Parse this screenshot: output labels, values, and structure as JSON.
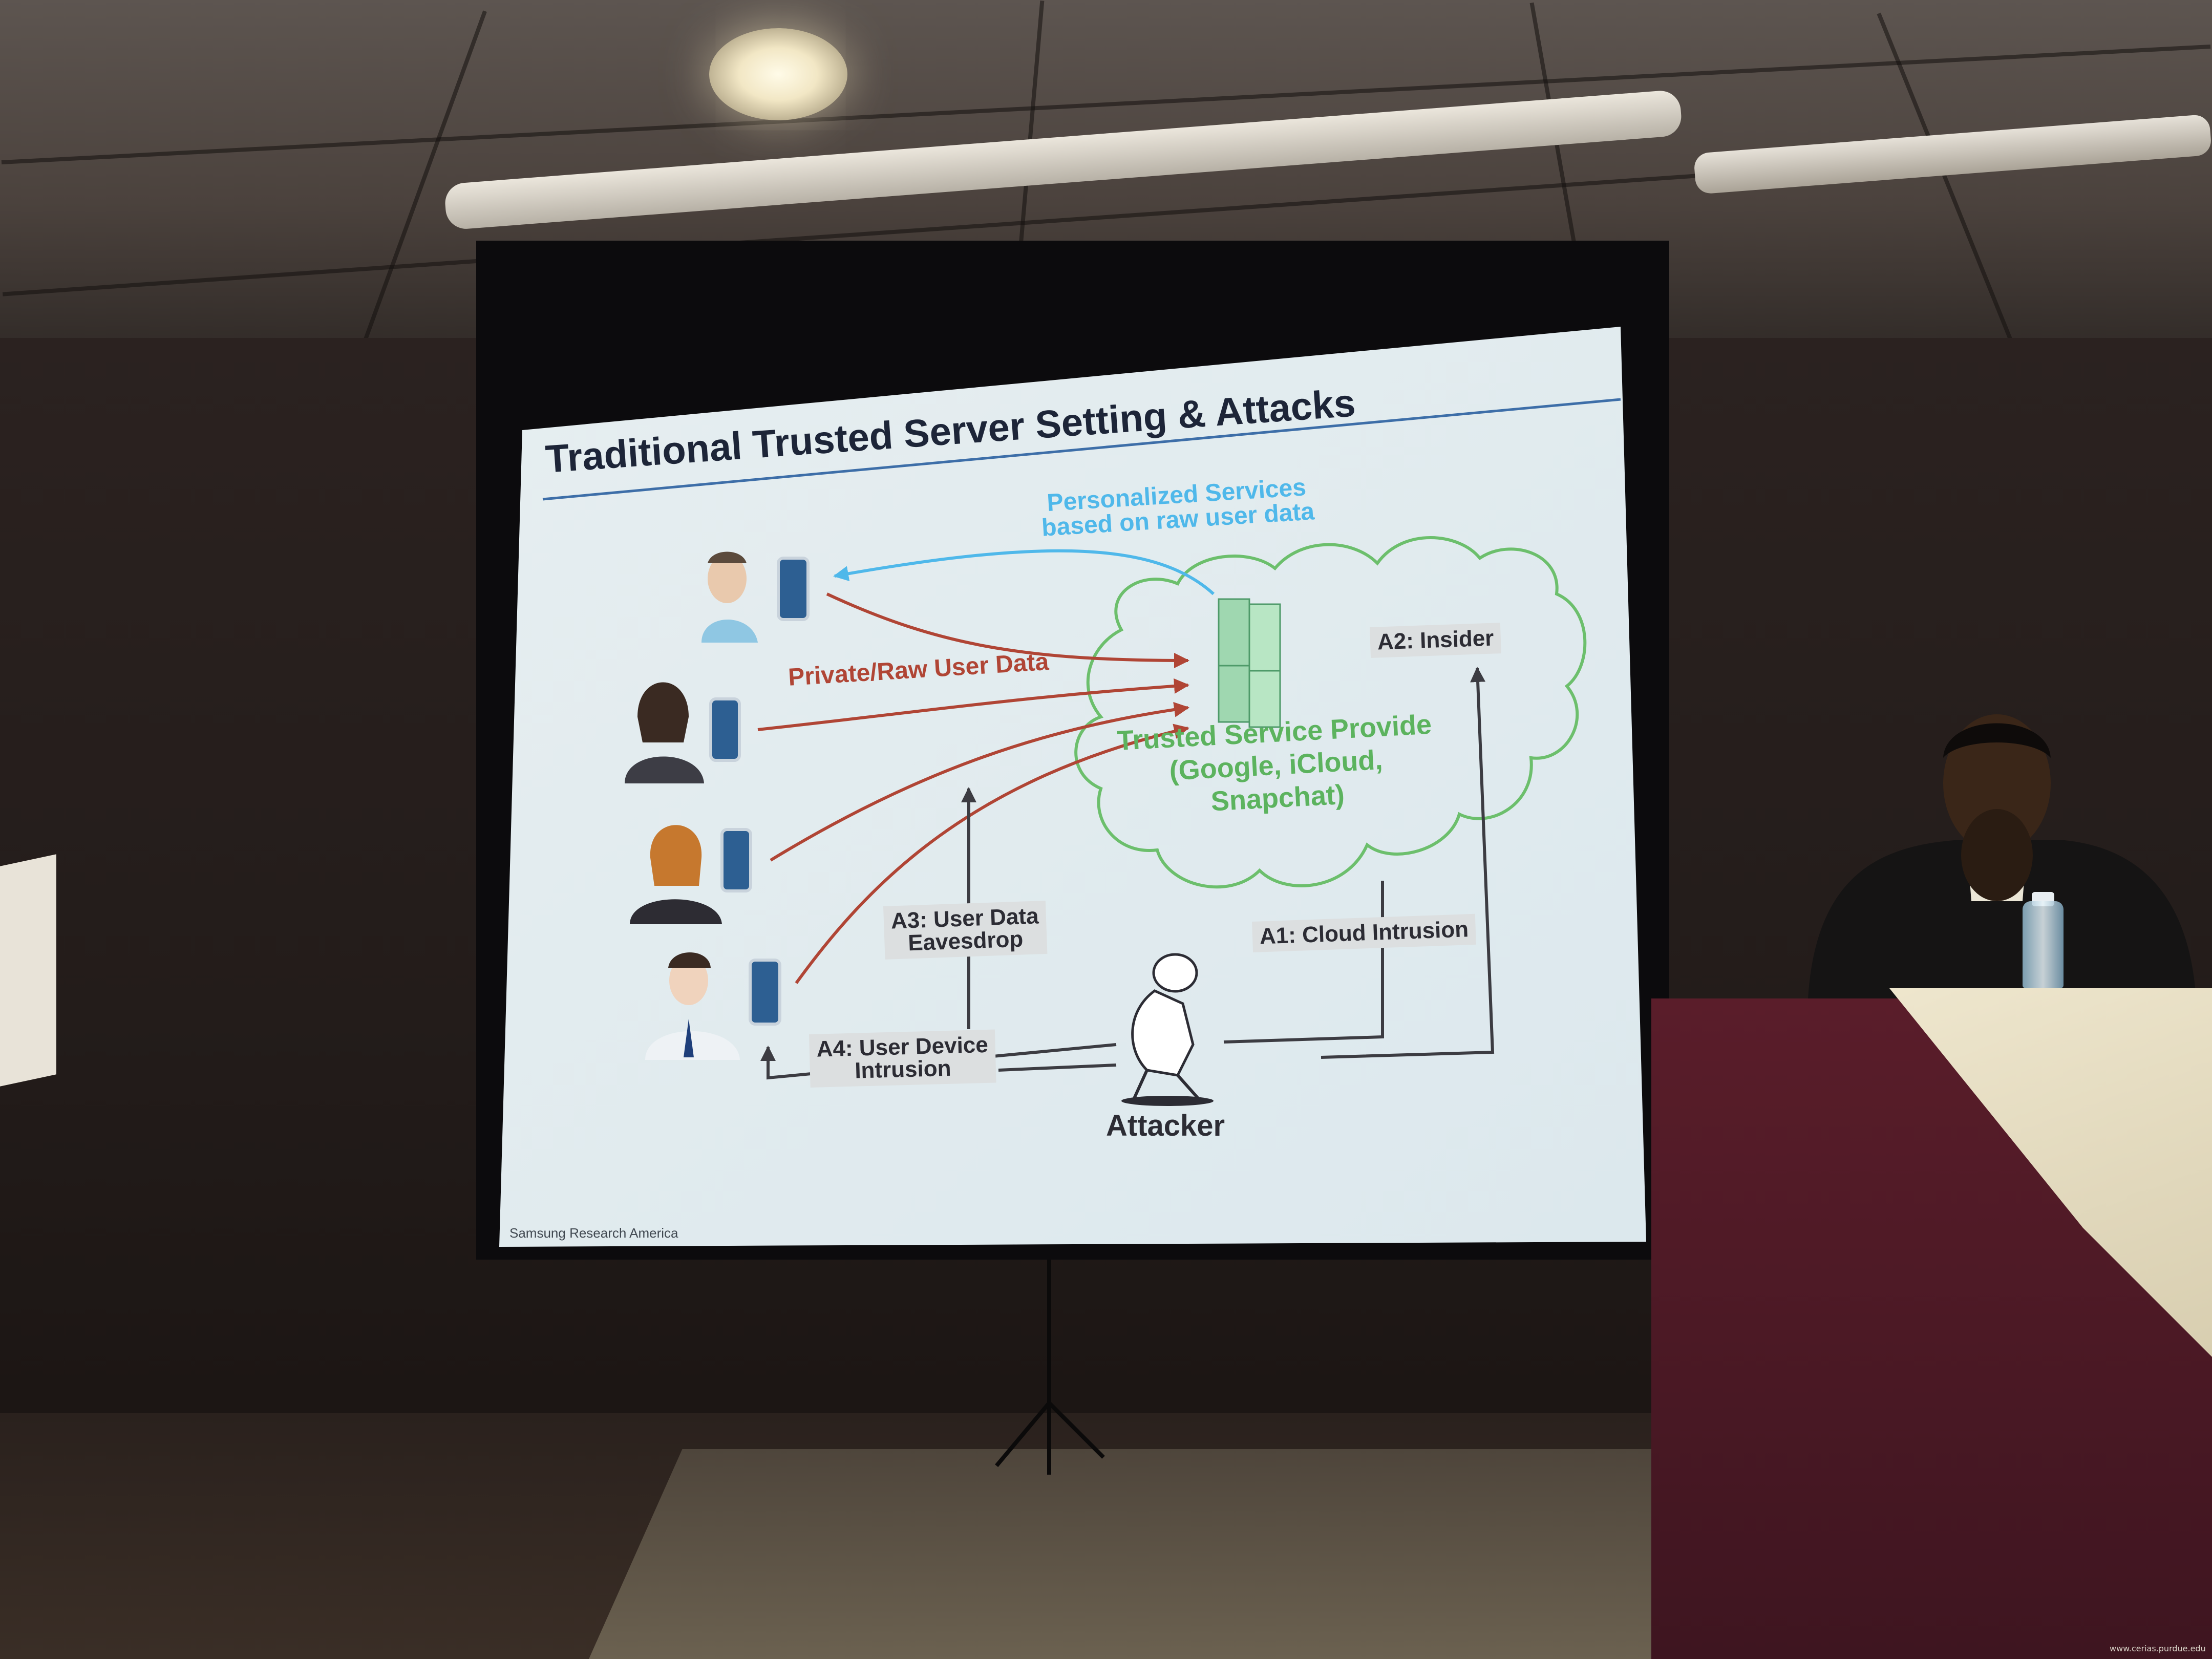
{
  "slide": {
    "title": "Traditional Trusted Server Setting & Attacks",
    "personalized_line1": "Personalized Services",
    "personalized_line2": "based on raw user data",
    "private_raw": "Private/Raw User Data",
    "provider_line1": "Trusted Service Provide",
    "provider_line2": "(Google, iCloud,",
    "provider_line3": "Snapchat)",
    "a2": "A2: Insider",
    "a3_line1": "A3: User Data",
    "a3_line2": "Eavesdrop",
    "a1": "A1: Cloud Intrusion",
    "a4_line1": "A4: User Device",
    "a4_line2": "Intrusion",
    "attacker": "Attacker",
    "footer": "Samsung Research America"
  },
  "watermark": "www.cerias.purdue.edu",
  "colors": {
    "slide_bg": "#dfe9ec",
    "title": "#1d2538",
    "personalized": "#4fb8ea",
    "private_arrows": "#b04535",
    "cloud": "#6cbf6c",
    "labels": "#2c2c34"
  }
}
